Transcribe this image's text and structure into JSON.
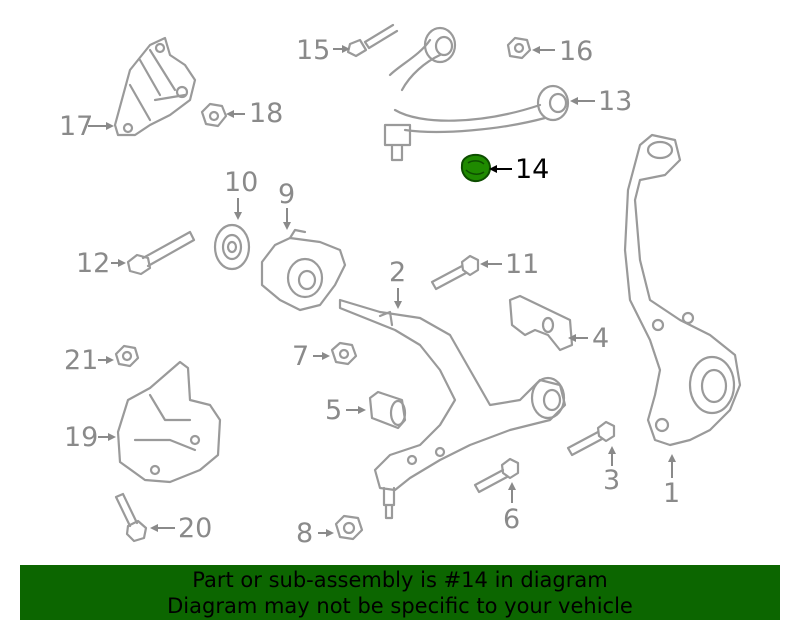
{
  "callouts": {
    "c1": "1",
    "c2": "2",
    "c3": "3",
    "c4": "4",
    "c5": "5",
    "c6": "6",
    "c7": "7",
    "c8": "8",
    "c9": "9",
    "c10": "10",
    "c11": "11",
    "c12": "12",
    "c13": "13",
    "c14": "14",
    "c15": "15",
    "c16": "16",
    "c17": "17",
    "c18": "18",
    "c19": "19",
    "c20": "20",
    "c21": "21"
  },
  "highlighted_part": "14",
  "colors": {
    "line_art": "#9a9a9a",
    "highlight_part": "#1f8a00",
    "banner_background": "#0c6600"
  },
  "banner": {
    "line1": "Part or sub-assembly is #14 in diagram",
    "line2": "Diagram may not be specific to your vehicle"
  }
}
